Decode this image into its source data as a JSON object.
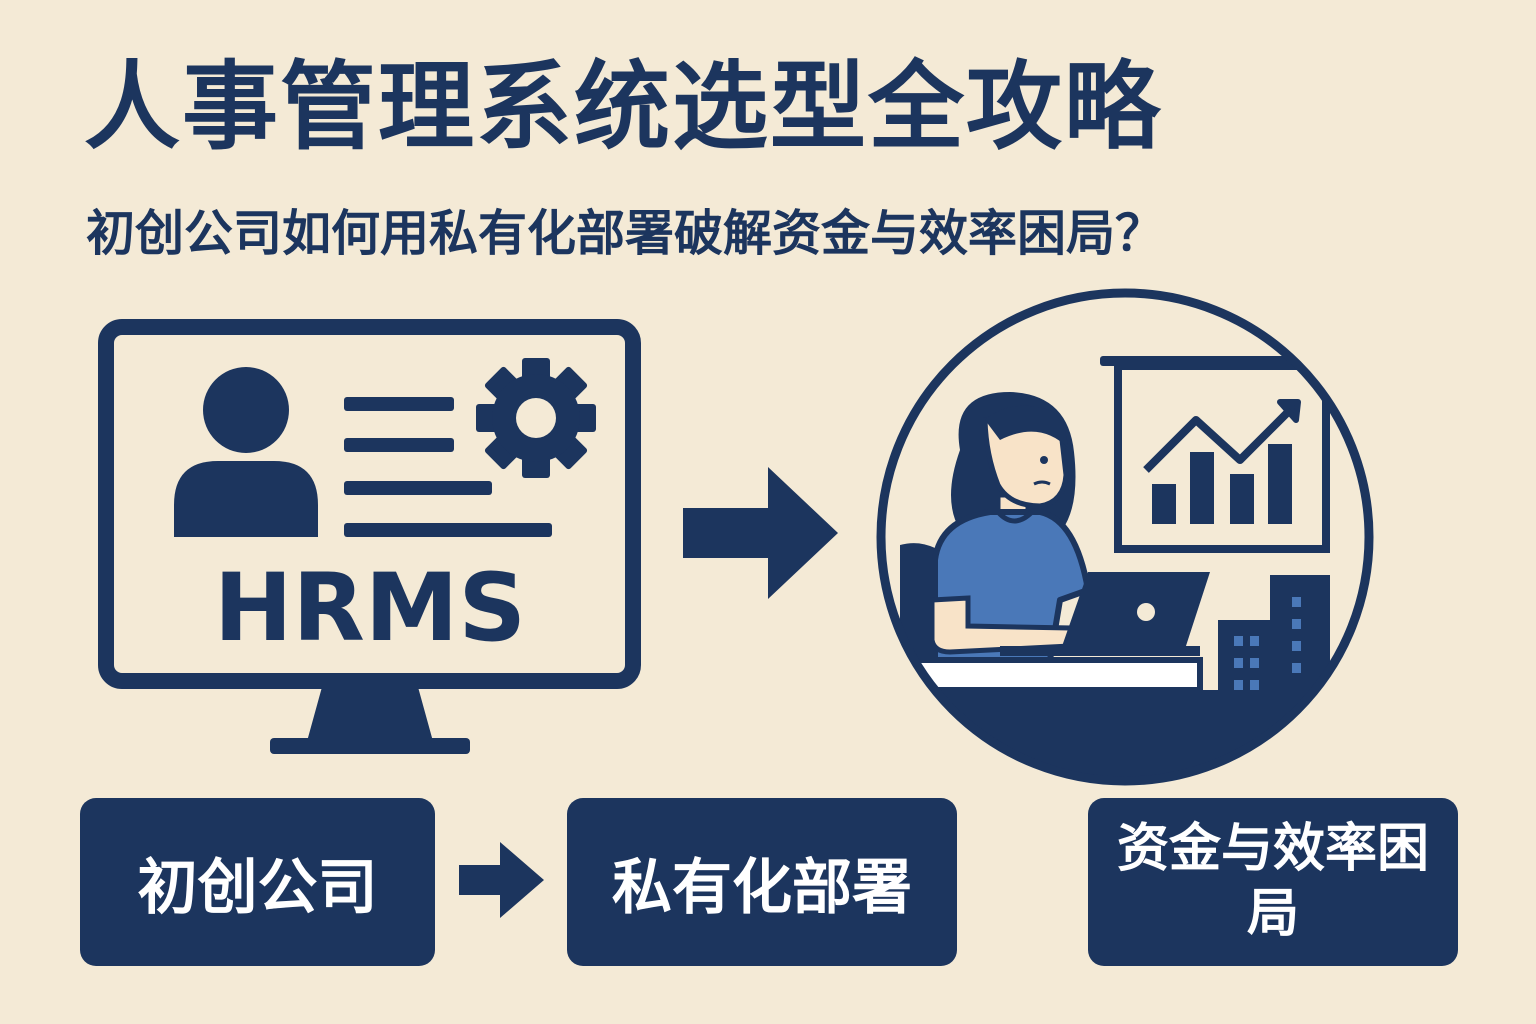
{
  "header": {
    "title": "人事管理系统选型全攻略",
    "subtitle": "初创公司如何用私有化部署破解资金与效率困局？"
  },
  "monitor": {
    "label": "HRMS",
    "icons": [
      "user-icon",
      "text-lines-icon",
      "gear-icon"
    ]
  },
  "scene": {
    "icons": [
      "woman-icon",
      "laptop-icon",
      "presentation-board-icon",
      "trending-chart-icon",
      "building-icon"
    ]
  },
  "flow": {
    "steps": [
      {
        "label": "初创公司"
      },
      {
        "label": "私有化部署"
      },
      {
        "label": "资金与效率困局"
      }
    ]
  },
  "colors": {
    "background": "#f4ead6",
    "primary": "#1c355e",
    "accent": "#4a78b8",
    "skin": "#f8e3c8"
  }
}
